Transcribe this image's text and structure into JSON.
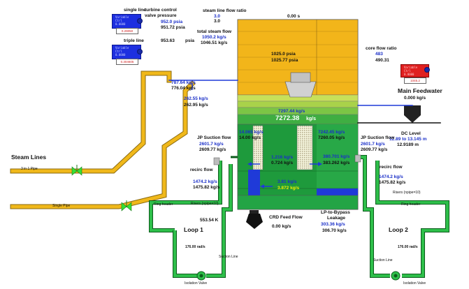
{
  "time": "0.00 s",
  "controls": {
    "single_line": {
      "label": "single line",
      "box_lines": [
        "Variable",
        "Ctrl",
        "0.0000"
      ],
      "value": "0.29050"
    },
    "triple_line": {
      "label": "triple line",
      "box_lines": [
        "Variable",
        "Ctrl",
        "0.0000"
      ],
      "value": "0.304605"
    },
    "feedwater": {
      "box_lines": [
        "Variable",
        "Ctrl",
        "0.0000"
      ],
      "value": "1045.2"
    }
  },
  "turbine": {
    "title_line1": "turbine control",
    "title_line2": "valve pressure",
    "setpoint": "952.0 psia",
    "actual": "951.72 psia",
    "pressure": "953.63",
    "pressure_unit": "psia"
  },
  "steam_line_flow_ratio": {
    "label": "steam line flow ratio",
    "v1": "3.0",
    "v2": "3.0"
  },
  "total_steam_flow": {
    "label": "total steam flow",
    "setpoint": "1050.2 kg/s",
    "actual": "1046.51 kg/s"
  },
  "steam_dome": {
    "p1": "1025.0 psia",
    "p2": "1025.77 psia"
  },
  "steam_lines": {
    "label": "Steam Lines",
    "pipe1": "3 in 1 Pipe",
    "pipe2": "Single Pipe",
    "flow1": "787.64 kg/s",
    "flow1b": "776.04 kg/s",
    "flow2": "262.55 kg/s",
    "flow2b": "262.95 kg/s"
  },
  "core_flow_ratio": {
    "label": "core flow ratio",
    "setpoint": "483",
    "actual": "490.31"
  },
  "main_feedwater": {
    "label": "Main Feedwater",
    "value": "0.000 kg/s"
  },
  "dc_level": {
    "label": "DC Level",
    "range": "12.89 to 13.145 m",
    "value": "12.9189 m"
  },
  "core": {
    "flow_blue": "7297.44 kg/s",
    "flow_white": "7272.38",
    "flow_unit": "kg/s"
  },
  "jp_left": {
    "label": "JP Suction flow",
    "setpoint": "2601.7 kg/s",
    "actual": "2609.77 kg/s"
  },
  "jp_right": {
    "label": "JP Suction flow",
    "setpoint": "2601.7 kg/s",
    "actual": "2609.77 kg/s"
  },
  "recirc_left": {
    "label": "recirc flow",
    "setpoint": "1474.2 kg/s",
    "actual": "1475.82 kg/s"
  },
  "recirc_right": {
    "label": "recirc flow",
    "setpoint": "1474.2 kg/s",
    "actual": "1475.82 kg/s"
  },
  "inner": {
    "a1": "14.065 kg/s",
    "a2": "14.00 kg/s",
    "b1": "7242.45 kg/s",
    "b2": "7260.05 kg/s",
    "c1": "1.216 kg/s",
    "c2": "0.724 kg/s",
    "d1": "380.701 kg/s",
    "d2": "383.262 kg/s",
    "e1": "3.81 kg/s",
    "e2": "3.872 kg/s"
  },
  "crd": {
    "label": "CRD Feed Flow",
    "value": "0.00 kg/s"
  },
  "bypass": {
    "label1": "LP-to-Bypass",
    "label2": "Leakage",
    "setpoint": "303.36 kg/s",
    "actual": "306.70 kg/s"
  },
  "temperature": "553.54 K",
  "loop1": {
    "label": "Loop 1",
    "speed": "176.00 rad/s",
    "suction": "Suction Line",
    "isolation": "Isolation Valve"
  },
  "loop2": {
    "label": "Loop 2",
    "speed": "176.00 rad/s",
    "suction": "Suction Line",
    "isolation": "Isolation Valve"
  },
  "ring_header_left": "Ring header",
  "ring_header_right": "Ring header",
  "risers_left": "Risers (npipe=10)",
  "risers_right": "Risers (npipe=10)",
  "colors": {
    "steam": "#f0b81a",
    "water": "#1faa3c",
    "pipe_blue": "#1f3ad8",
    "valve": "#35e035"
  }
}
